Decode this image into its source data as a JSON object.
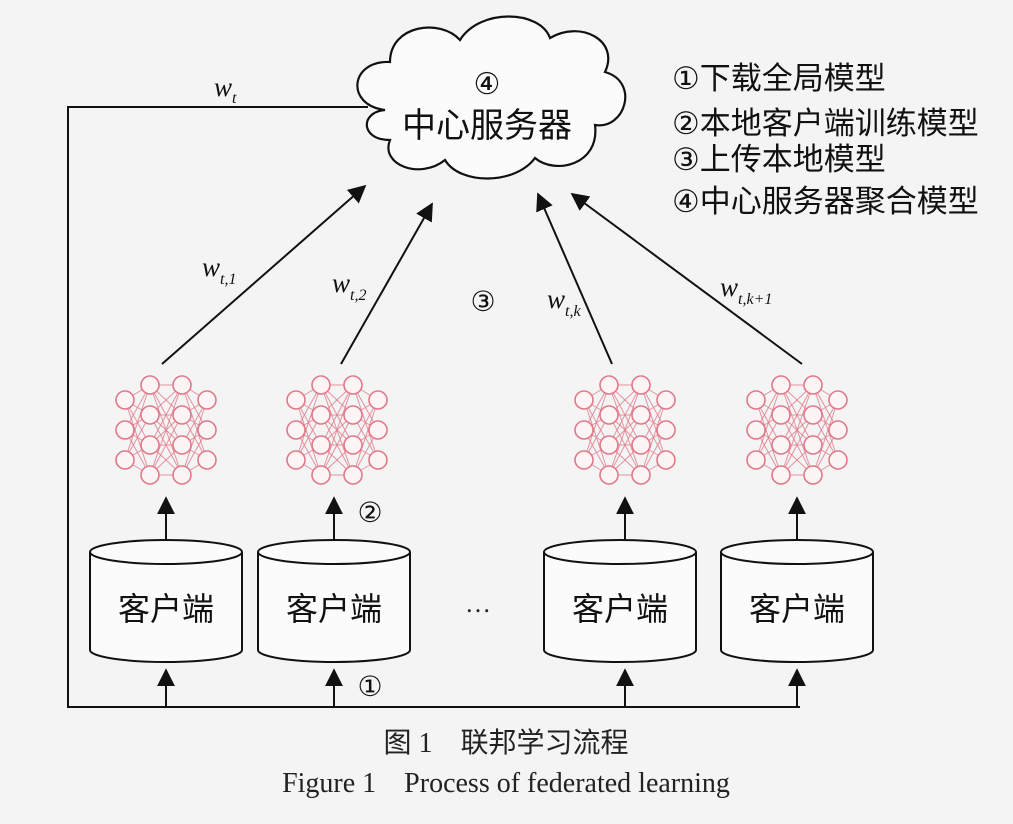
{
  "server": {
    "step": "④",
    "label": "中心服务器"
  },
  "legend": [
    "①下载全局模型",
    "②本地客户端训练模型",
    "③上传本地模型",
    "④中心服务器聚合模型"
  ],
  "weights": {
    "global": {
      "base": "w",
      "sub": "t"
    },
    "uploads": [
      {
        "base": "w",
        "sub": "t,1"
      },
      {
        "base": "w",
        "sub": "t,2"
      },
      {
        "base": "w",
        "sub": "t,k"
      },
      {
        "base": "w",
        "sub": "t,k+1"
      }
    ]
  },
  "steps": {
    "upload": "③",
    "train": "②",
    "download": "①"
  },
  "clients": [
    "客户端",
    "客户端",
    "客户端",
    "客户端"
  ],
  "ellipsis": "…",
  "caption": {
    "cn": "图 1　联邦学习流程",
    "en": "Figure 1    Process of federated learning"
  },
  "colors": {
    "network": "#e07a8a",
    "line": "#111111"
  }
}
